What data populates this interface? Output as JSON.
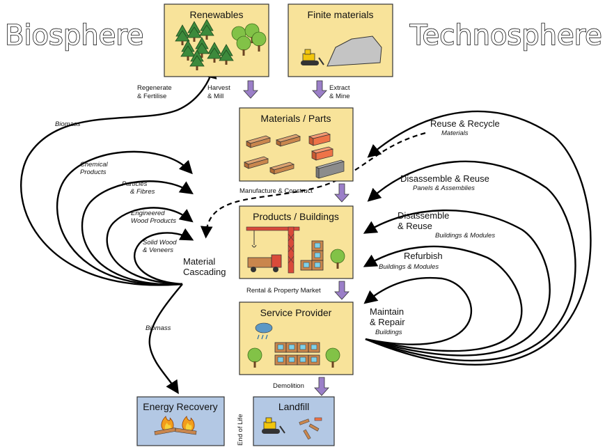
{
  "titles": {
    "left": "Biosphere",
    "right": "Technosphere"
  },
  "boxes": {
    "renewables": "Renewables",
    "finite": "Finite materials",
    "materials": "Materials / Parts",
    "products": "Products / Buildings",
    "service": "Service Provider",
    "energy": "Energy Recovery",
    "landfill": "Landfill"
  },
  "flow_labels": {
    "harvest": [
      "Harvest",
      "& Mill"
    ],
    "extract": [
      "Extract",
      "& Mine"
    ],
    "regenerate": [
      "Regenerate",
      "& Fertilise"
    ],
    "manufacture": "Manufacture & Construct",
    "rental": "Rental & Property Market",
    "demolition": "Demolition",
    "end_of_life": "End of Life"
  },
  "cascade": {
    "center": [
      "Material",
      "Cascading"
    ],
    "items": {
      "biomass_top": [
        "Biomass"
      ],
      "chemical": [
        "Chemical",
        "Products"
      ],
      "particles": [
        "Particles",
        "& Fibres"
      ],
      "engineered": [
        "Engineered",
        "Wood Products"
      ],
      "solid": [
        "Solid Wood",
        "& Veneers"
      ],
      "biomass_bottom": [
        "Biomass"
      ]
    }
  },
  "loops": {
    "reuse_recycle": {
      "main": [
        "Reuse & Recycle"
      ],
      "sub": "Materials"
    },
    "disassemble_panels": {
      "main": [
        "Disassemble & Reuse"
      ],
      "sub": "Panels & Assemblies"
    },
    "disassemble_buildings": {
      "main": [
        "Disassemble",
        "& Reuse"
      ],
      "sub": "Buildings & Modules"
    },
    "refurbish": {
      "main": [
        "Refurbish"
      ],
      "sub": "Buildings & Modules"
    },
    "maintain": {
      "main": [
        "Maintain",
        "& Repair"
      ],
      "sub": "Buildings"
    }
  },
  "colors": {
    "box_yellow": "#f8e39a",
    "box_blue": "#b3c8e4",
    "flow_arrow": "#9b7fc8",
    "tree_dark": "#3c8a3c",
    "tree_light": "#82c247",
    "brick": "#ee7348",
    "wood": "#c9864d",
    "crane": "#d94a3a"
  }
}
